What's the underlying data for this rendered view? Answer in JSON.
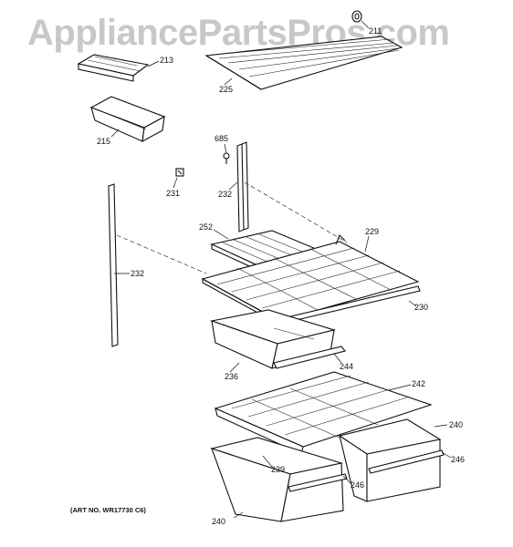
{
  "watermark": "AppliancePartsPros.com",
  "art_number": "(ART NO. WR17730 C6)",
  "callouts": {
    "c211": "211",
    "c213": "213",
    "c225": "225",
    "c215": "215",
    "c685": "685",
    "c231": "231",
    "c232a": "232",
    "c232b": "232",
    "c252": "252",
    "c229": "229",
    "c230": "230",
    "c236": "236",
    "c244": "244",
    "c242": "242",
    "c240a": "240",
    "c246a": "246",
    "c239": "239",
    "c246b": "246",
    "c240b": "240"
  }
}
